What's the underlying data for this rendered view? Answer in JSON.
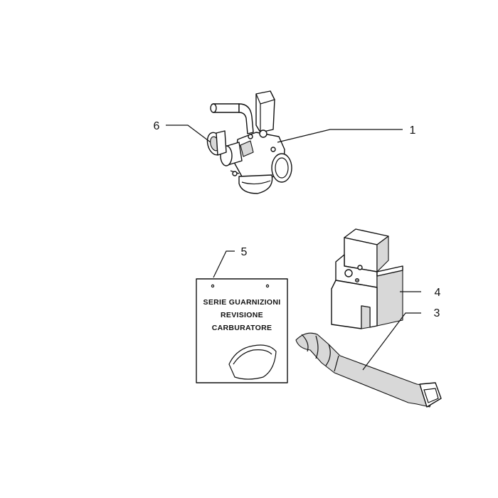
{
  "callouts": [
    {
      "id": "1",
      "part": "carburetor"
    },
    {
      "id": "3",
      "part": "intake-hose"
    },
    {
      "id": "4",
      "part": "heat-shield"
    },
    {
      "id": "5",
      "part": "gasket-kit"
    },
    {
      "id": "6",
      "part": "intake-rubber"
    }
  ],
  "gasket_kit": {
    "line1": "SERIE GUARNIZIONI",
    "line2": "REVISIONE",
    "line3": "CARBURATORE"
  }
}
